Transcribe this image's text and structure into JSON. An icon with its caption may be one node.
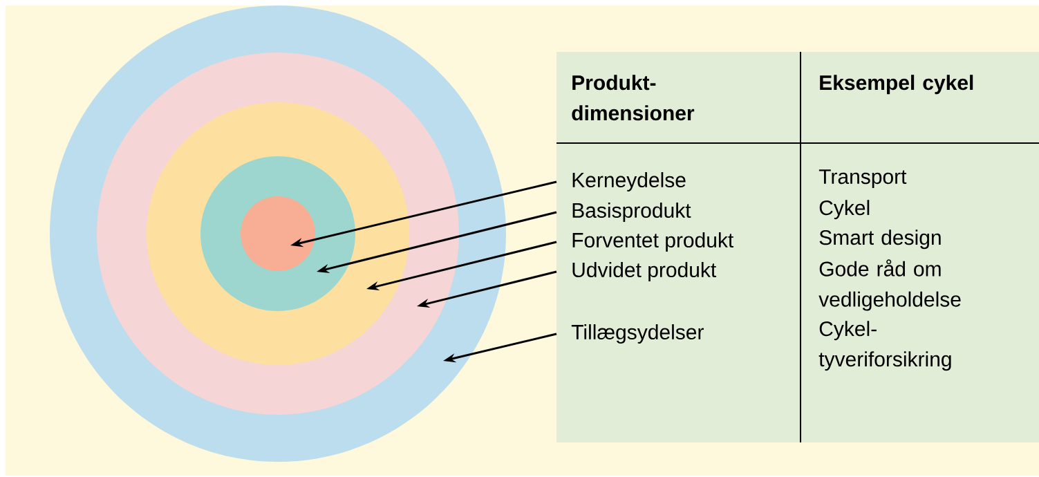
{
  "diagram": {
    "nodes": [
      {
        "text": [],
        "shape": "circle"
      },
      {
        "text": [],
        "shape": "circle",
        "in": 0
      },
      {
        "text": [],
        "shape": "circle",
        "in": 1
      },
      {
        "text": [],
        "shape": "circle",
        "in": 2
      },
      {
        "text": [],
        "shape": "circle",
        "in": 3
      },
      {
        "text": [
          "Kerneydelse"
        ]
      },
      {
        "text": [
          "Basisprodukt"
        ]
      },
      {
        "text": [
          "Forventet produkt"
        ]
      },
      {
        "text": [
          "Udvidet produkt"
        ]
      },
      {
        "text": [
          "Tillægsydelser"
        ]
      }
    ],
    "edges": [
      {
        "from": 5,
        "to": 4,
        "arrow": "to"
      },
      {
        "from": 6,
        "to": 3,
        "arrow": "to"
      },
      {
        "from": 7,
        "to": 2,
        "arrow": "to"
      },
      {
        "from": 8,
        "to": 1,
        "arrow": "to"
      },
      {
        "from": 9,
        "to": 0,
        "arrow": "to"
      }
    ],
    "labels": [
      "Produkt- dimensioner",
      "Eksempel cykel",
      "Transport",
      "Cykel",
      "Smart design",
      "Gode råd om vedligeholdelse",
      "Cykel- tyveriforsikring"
    ]
  }
}
